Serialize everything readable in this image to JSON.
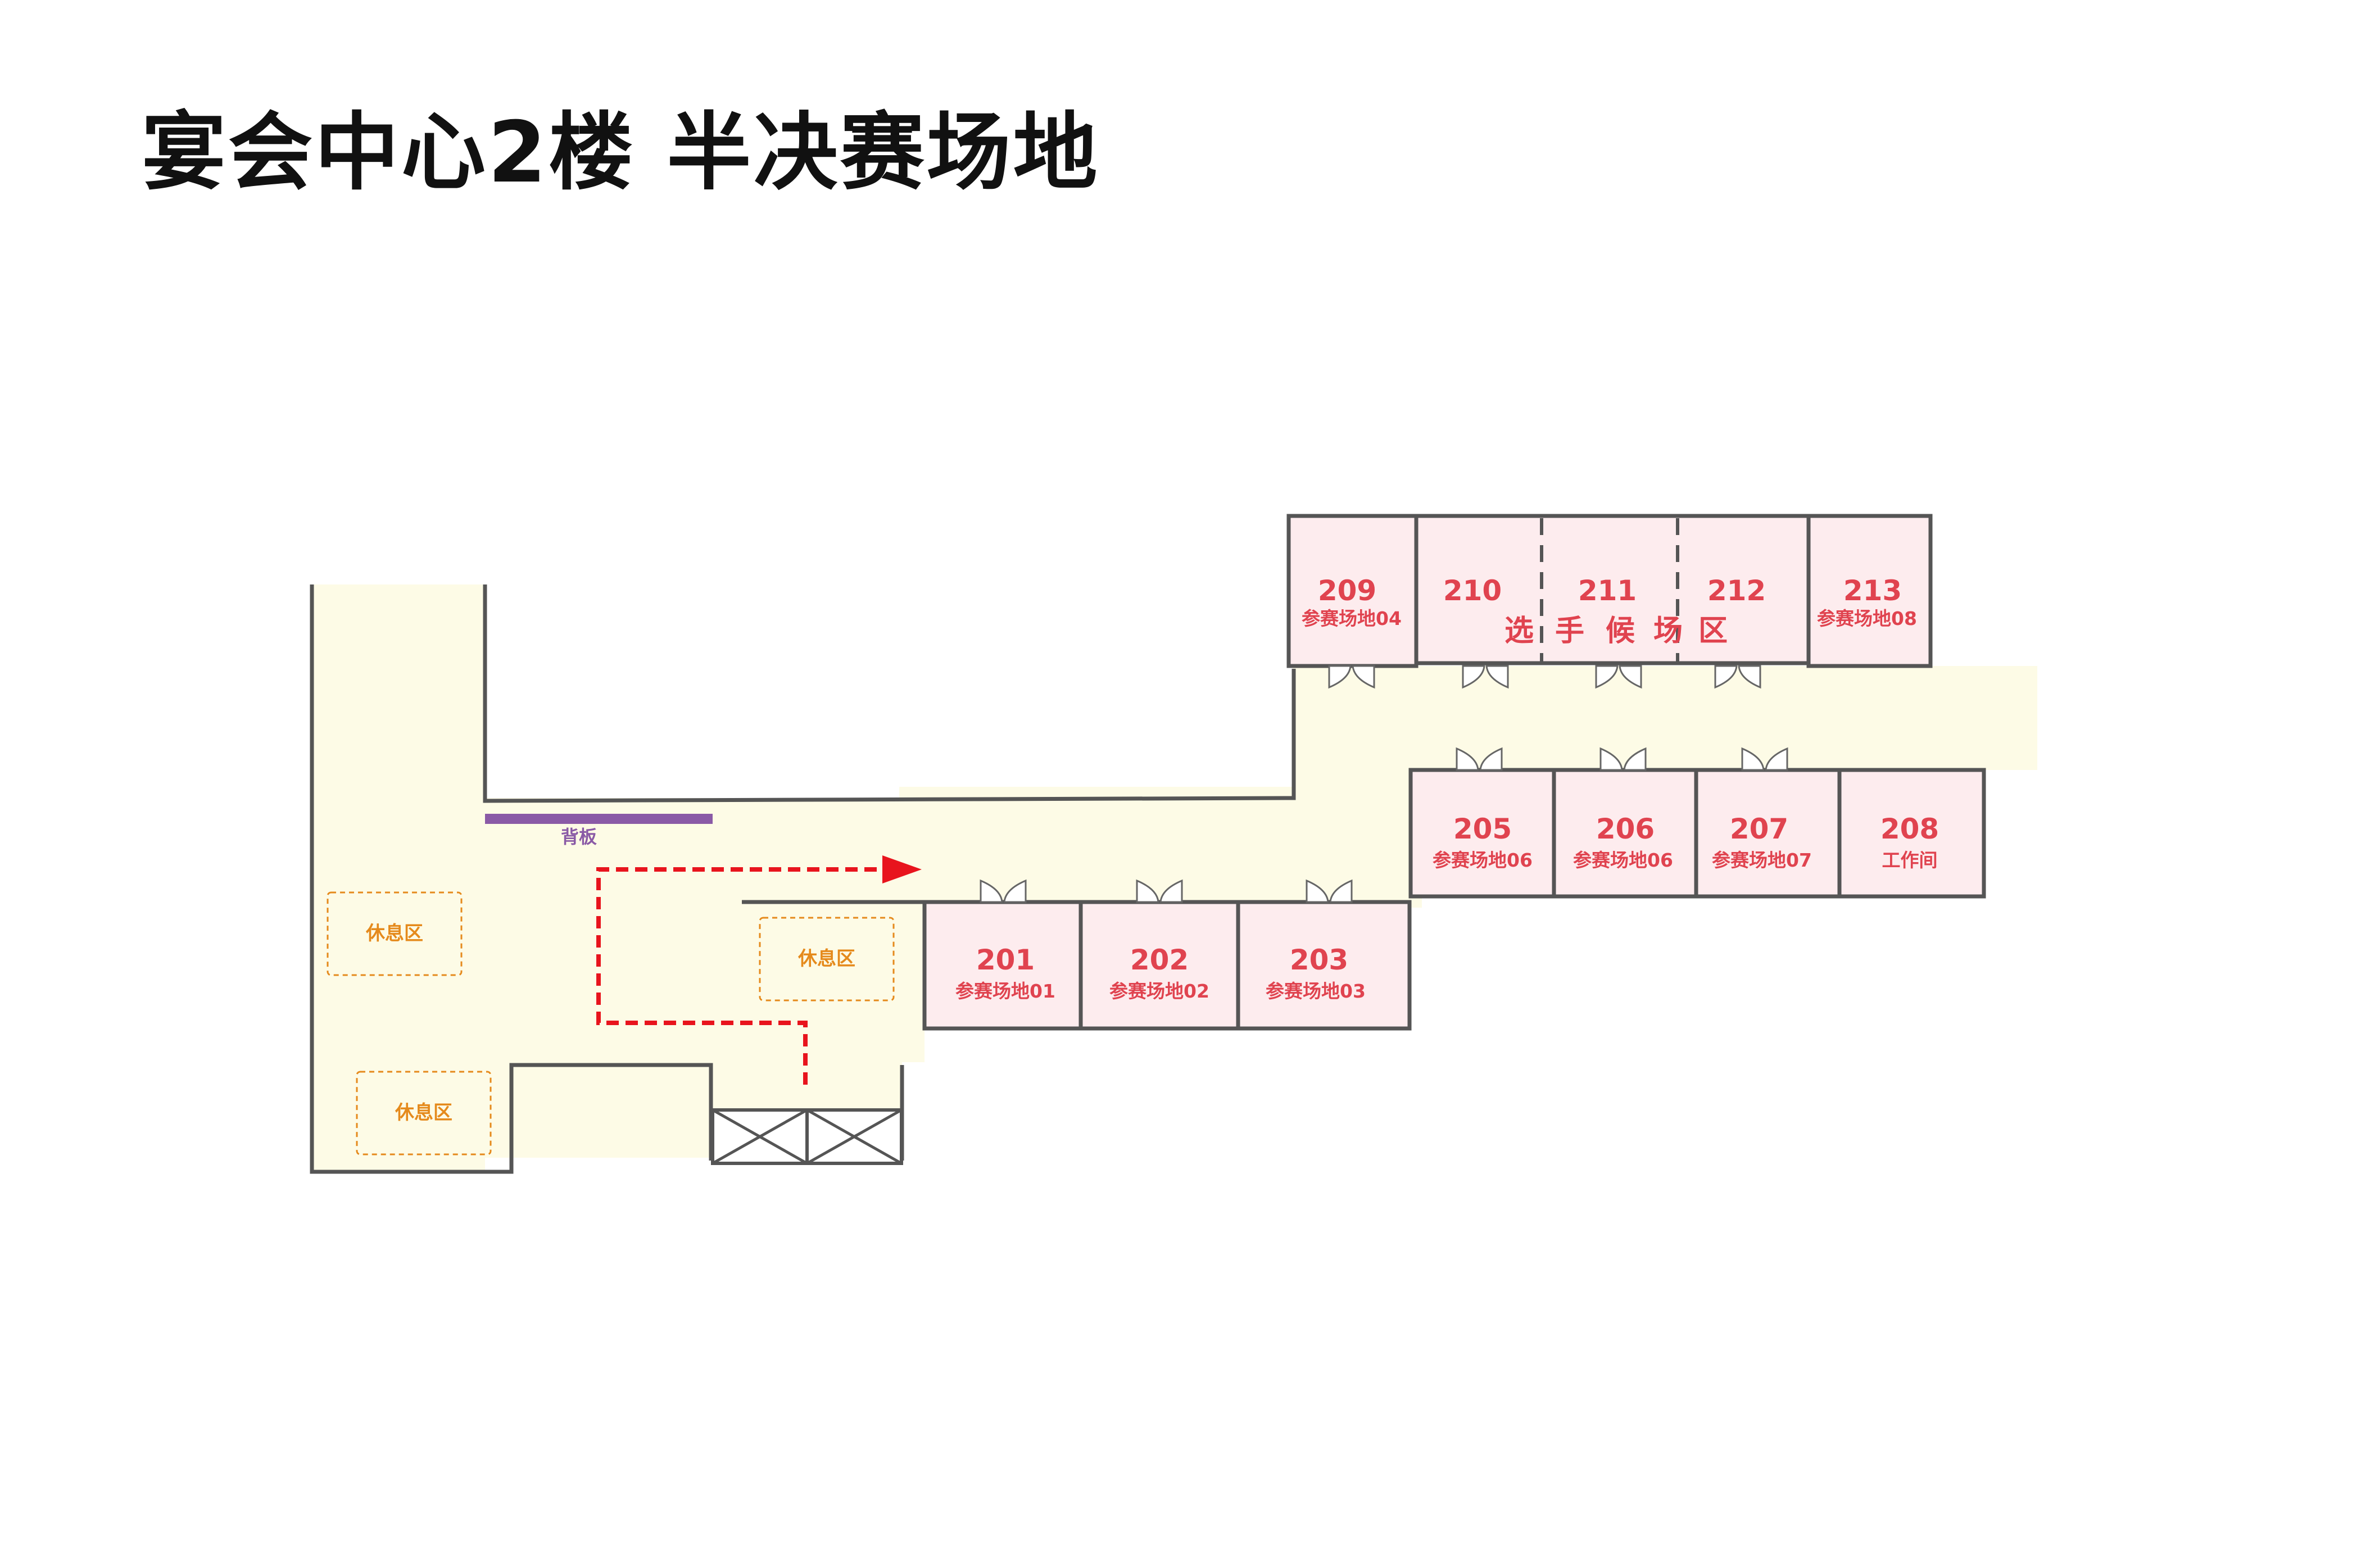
{
  "title": "宴会中心2楼 半决赛场地",
  "colors": {
    "corridor": "#fdfbe6",
    "room_fill": "#fdecee",
    "wall": "#555555",
    "room_text": "#e0434f",
    "rest_area": "#e58a1c",
    "backboard": "#8a5aa6",
    "route": "#e8141d"
  },
  "backboard_label": "背板",
  "rest_areas": [
    {
      "label": "休息区"
    },
    {
      "label": "休息区"
    },
    {
      "label": "休息区"
    }
  ],
  "rooms": [
    {
      "number": "201",
      "label": "参赛场地01"
    },
    {
      "number": "202",
      "label": "参赛场地02"
    },
    {
      "number": "203",
      "label": "参赛场地03"
    },
    {
      "number": "205",
      "label": "参赛场地06"
    },
    {
      "number": "206",
      "label": "参赛场地06"
    },
    {
      "number": "207",
      "label": "参赛场地07"
    },
    {
      "number": "208",
      "label": "工作间"
    },
    {
      "number": "209",
      "label": "参赛场地04"
    },
    {
      "number": "210",
      "label": ""
    },
    {
      "number": "211",
      "label": ""
    },
    {
      "number": "212",
      "label": ""
    },
    {
      "number": "213",
      "label": "参赛场地08"
    }
  ],
  "waiting_area": {
    "chars": [
      "选",
      "手",
      "候",
      "场",
      "区"
    ]
  },
  "icons": {
    "door": "double-door-icon",
    "elevator": "elevator-icon",
    "route_arrow": "arrow-right-icon"
  }
}
